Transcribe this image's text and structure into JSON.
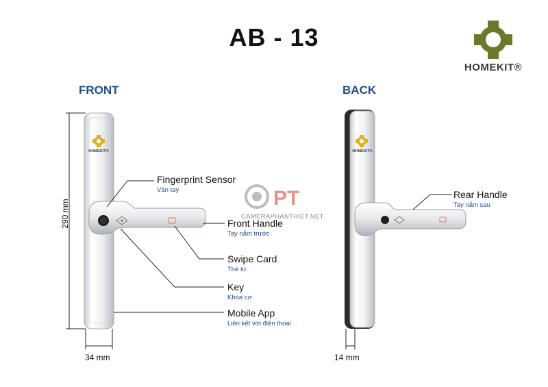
{
  "title": "AB - 13",
  "brand": {
    "name": "HOMEKIT®",
    "color": "#6b7a2a"
  },
  "sections": {
    "front": "FRONT",
    "back": "BACK"
  },
  "dimensions": {
    "height": "290 mm",
    "front_width": "34 mm",
    "back_width": "14 mm"
  },
  "labels": {
    "fingerprint": {
      "en": "Fingerprint Sensor",
      "vi": "Vân tay"
    },
    "front_handle": {
      "en": "Front Handle",
      "vi": "Tay nắm trước"
    },
    "swipe_card": {
      "en": "Swipe Card",
      "vi": "Thẻ từ"
    },
    "key": {
      "en": "Key",
      "vi": "Khóa cơ"
    },
    "mobile_app": {
      "en": "Mobile App",
      "vi": "Liên kết với điện thoại"
    },
    "rear_handle": {
      "en": "Rear Handle",
      "vi": "Tay nắm sau"
    }
  },
  "plate_logo_text": "HOMEKIT®",
  "watermark": {
    "text": "CAMERAPHANTHIET.NET",
    "letters": "PT"
  },
  "colors": {
    "accent": "#1f4e8c",
    "brand_green": "#6b7a2a",
    "logo_yellow": "#e0b020",
    "watermark_red": "#d23a2a"
  }
}
